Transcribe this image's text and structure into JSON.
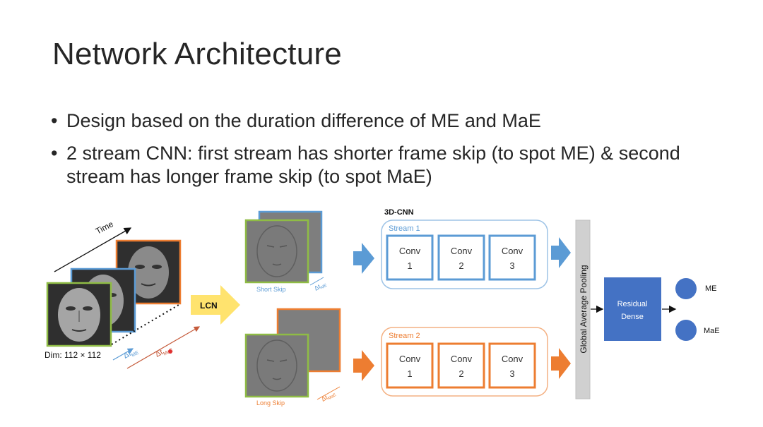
{
  "slide": {
    "title": "Network Architecture",
    "bullets": [
      "Design based on the duration difference of ME and MaE",
      "2 stream CNN: first stream has shorter frame skip (to spot ME) & second stream has longer frame skip (to spot MaE)"
    ]
  },
  "diagram": {
    "time_label": "Time",
    "dim_label": "Dim: 112 × 112",
    "delta_short_label": "Δt",
    "delta_short_sub": "ME",
    "delta_long_label": "Δt",
    "delta_long_sub": "MaE",
    "lcn_label": "LCN",
    "short_skip_label": "Short Skip",
    "long_skip_label": "Long Skip",
    "cnn_label": "3D-CNN",
    "stream1": {
      "label": "Stream 1",
      "convs": [
        [
          "Conv",
          "1"
        ],
        [
          "Conv",
          "2"
        ],
        [
          "Conv",
          "3"
        ]
      ]
    },
    "stream2": {
      "label": "Stream 2",
      "convs": [
        [
          "Conv",
          "1"
        ],
        [
          "Conv",
          "2"
        ],
        [
          "Conv",
          "3"
        ]
      ]
    },
    "gap_label": "Global Average Pooling",
    "residual_label_1": "Residual",
    "residual_label_2": "Dense",
    "out_me": "ME",
    "out_mae": "MaE",
    "colors": {
      "blue": "#5b9bd5",
      "orange": "#ed7d31",
      "green": "#8fbc45",
      "lcn_yellow": "#ffe36e",
      "dense_blue": "#4472c4"
    }
  }
}
